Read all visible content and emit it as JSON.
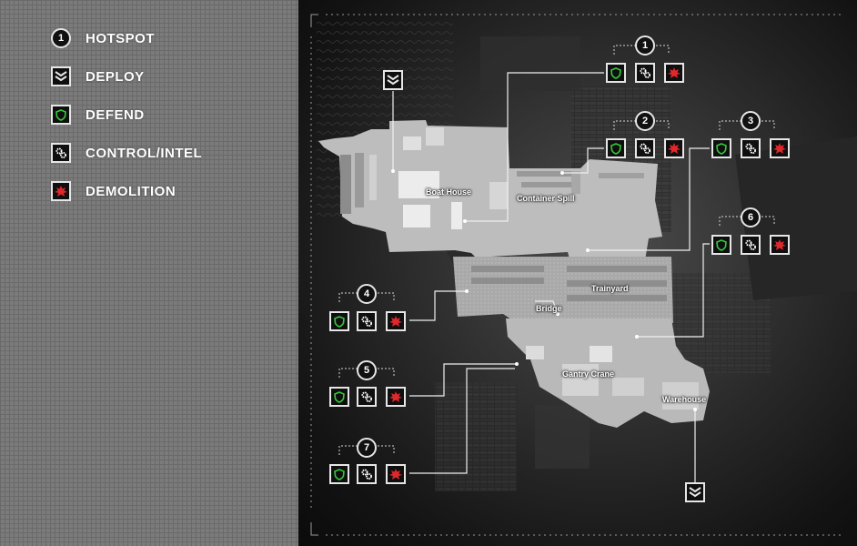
{
  "legend": {
    "items": [
      {
        "key": "hotspot",
        "marker": "1",
        "label": "HOTSPOT"
      },
      {
        "key": "deploy",
        "label": "DEPLOY"
      },
      {
        "key": "defend",
        "label": "DEFEND"
      },
      {
        "key": "control",
        "label": "CONTROL/INTEL"
      },
      {
        "key": "demolition",
        "label": "DEMOLITION"
      }
    ]
  },
  "colors": {
    "defend": "#35c93a",
    "demolition": "#e0272b",
    "tile_border": "#e6e6e6",
    "building": "#c4c4c4",
    "panel": "#7b7b7b"
  },
  "map": {
    "areas": [
      {
        "key": "boat_house",
        "label": "Boat House"
      },
      {
        "key": "container_spill",
        "label": "Container Spill"
      },
      {
        "key": "trainyard",
        "label": "Trainyard"
      },
      {
        "key": "bridge",
        "label": "Bridge"
      },
      {
        "key": "gantry_crane",
        "label": "Gantry Crane"
      },
      {
        "key": "warehouse",
        "label": "Warehouse"
      }
    ],
    "hotspots": [
      {
        "number": "1"
      },
      {
        "number": "2"
      },
      {
        "number": "3"
      },
      {
        "number": "4"
      },
      {
        "number": "5"
      },
      {
        "number": "6"
      },
      {
        "number": "7"
      }
    ],
    "hotspot_icons": [
      "defend-icon",
      "control-icon",
      "demolition-icon"
    ],
    "deploy_points": 2
  }
}
